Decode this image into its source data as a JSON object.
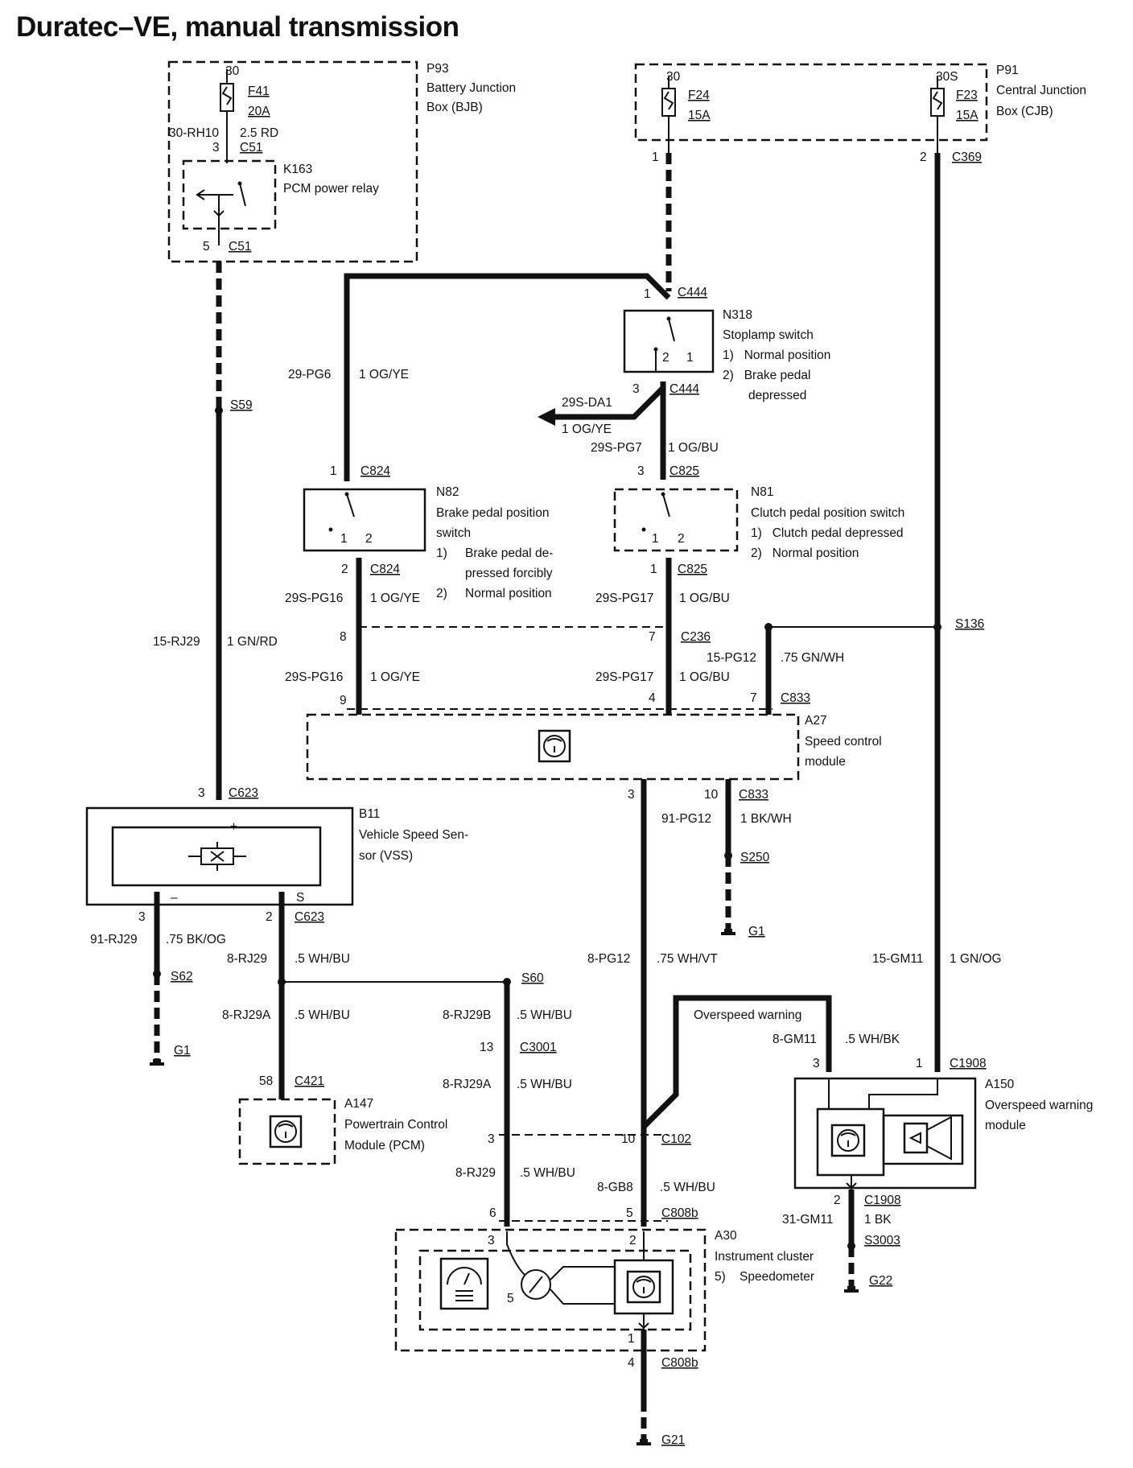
{
  "title": "Duratec–VE, manual transmission",
  "p93": {
    "id": "P93",
    "name1": "Battery Junction",
    "name2": "Box (BJB)",
    "pin": "30",
    "fuse": "F41",
    "amp": "20A",
    "wire_a": "30-RH10",
    "wire_b": "2.5 RD",
    "conn_top_pin": "3",
    "conn_top": "C51",
    "conn_bot_pin": "5",
    "conn_bot": "C51"
  },
  "k163": {
    "id": "K163",
    "name": "PCM power relay"
  },
  "p91": {
    "id": "P91",
    "name1": "Central Junction",
    "name2": "Box (CJB)",
    "pin_a": "30",
    "fuse_a": "F24",
    "amp_a": "15A",
    "pin_b": "30S",
    "fuse_b": "F23",
    "amp_b": "15A",
    "pin1": "1",
    "pin2": "2",
    "conn2": "C369"
  },
  "n318": {
    "id": "N318",
    "name": "Stoplamp switch",
    "note1": "1)   Normal position",
    "note2": "2)   Brake pedal",
    "note3": "depressed",
    "pin_top": "1",
    "conn_top": "C444",
    "pin_bot": "3",
    "conn_bot": "C444",
    "sw2": "2",
    "sw1": "1"
  },
  "wires": {
    "pg6": "29-PG6",
    "pg6c": "1 OG/YE",
    "da1": "29S-DA1",
    "da1c": "1 OG/YE",
    "pg7": "29S-PG7",
    "pg7c": "1 OG/BU",
    "rj29": "15-RJ29",
    "rj29c": "1 GN/RD",
    "pg16a": "29S-PG16",
    "pg16ac": "1 OG/YE",
    "pg17a": "29S-PG17",
    "pg17ac": "1 OG/BU",
    "pg16b": "29S-PG16",
    "pg16bc": "1 OG/YE",
    "pg17b": "29S-PG17",
    "pg17bc": "1 OG/BU",
    "pg12": "15-PG12",
    "pg12c": ".75 GN/WH",
    "g91pg12": "91-PG12",
    "g91pg12c": "1 BK/WH",
    "rj29g": "91-RJ29",
    "rj29gc": ".75 BK/OG",
    "rj29s": "8-RJ29",
    "rj29sc": ".5 WH/BU",
    "rj29a": "8-RJ29A",
    "rj29ac": ".5 WH/BU",
    "rj29b": "8-RJ29B",
    "rj29bc": ".5 WH/BU",
    "rj29a2": "8-RJ29A",
    "rj29a2c": ".5 WH/BU",
    "rj29c2": "8-RJ29",
    "rj29c2c": ".5 WH/BU",
    "pg12b": "8-PG12",
    "pg12bc": ".75 WH/VT",
    "gb8": "8-GB8",
    "gb8c": ".5 WH/BU",
    "gm11": "15-GM11",
    "gm11c": "1 GN/OG",
    "gm11b": "8-GM11",
    "gm11bc": ".5 WH/BK",
    "gm11g": "31-GM11",
    "gm11gc": "1 BK"
  },
  "overspeed_label": "Overspeed warning",
  "n82": {
    "id": "N82",
    "name1": "Brake pedal position",
    "name2": "switch",
    "note1": "1)",
    "note1b": "Brake pedal de-",
    "note1c": "pressed forcibly",
    "note2": "2)",
    "note2b": "Normal position",
    "pin_top": "1",
    "conn_top": "C824",
    "pin_bot": "2",
    "conn_bot": "C824",
    "sw1": "1",
    "sw2": "2"
  },
  "n81": {
    "id": "N81",
    "name": "Clutch pedal position switch",
    "note1": "1)   Clutch pedal depressed",
    "note2": "2)   Normal position",
    "pin_top": "3",
    "conn_top": "C825",
    "pin_bot": "1",
    "conn_bot": "C825",
    "sw1": "1",
    "sw2": "2"
  },
  "c236": {
    "pin8": "8",
    "pin7": "7",
    "conn": "C236"
  },
  "a27": {
    "id": "A27",
    "name1": "Speed control",
    "name2": "module",
    "pin9": "9",
    "pin4": "4",
    "pin7": "7",
    "conn": "C833",
    "pin3": "3",
    "pin10": "10",
    "conn2": "C833"
  },
  "b11": {
    "id": "B11",
    "name1": "Vehicle Speed Sen-",
    "name2": "sor (VSS)",
    "pin3": "3",
    "conn": "C623",
    "plus": "+",
    "minus": "–",
    "s": "S",
    "pin3b": "3",
    "pin2b": "2",
    "conn_b": "C623"
  },
  "splices": {
    "s59": "S59",
    "s136": "S136",
    "s250": "S250",
    "s62": "S62",
    "s60": "S60",
    "s3003": "S3003"
  },
  "grounds": {
    "g1a": "G1",
    "g1b": "G1",
    "g21": "G21",
    "g22": "G22"
  },
  "a147": {
    "id": "A147",
    "name1": "Powertrain Control",
    "name2": "Module (PCM)",
    "pin": "58",
    "conn": "C421"
  },
  "c3001": {
    "pin": "13",
    "conn": "C3001"
  },
  "c102": {
    "pin3": "3",
    "pin10": "10",
    "conn": "C102"
  },
  "c808b": {
    "pin6": "6",
    "pin5": "5",
    "conn": "C808b",
    "pin4": "4",
    "conn2": "C808b"
  },
  "a30": {
    "id": "A30",
    "name1": "Instrument cluster",
    "note": "5)    Speedometer",
    "pin3": "3",
    "pin2": "2",
    "pin5": "5",
    "pin1": "1"
  },
  "a150": {
    "id": "A150",
    "name1": "Overspeed warning",
    "name2": "module",
    "pin3": "3",
    "pin1": "1",
    "conn": "C1908",
    "pin2": "2",
    "conn2": "C1908"
  }
}
